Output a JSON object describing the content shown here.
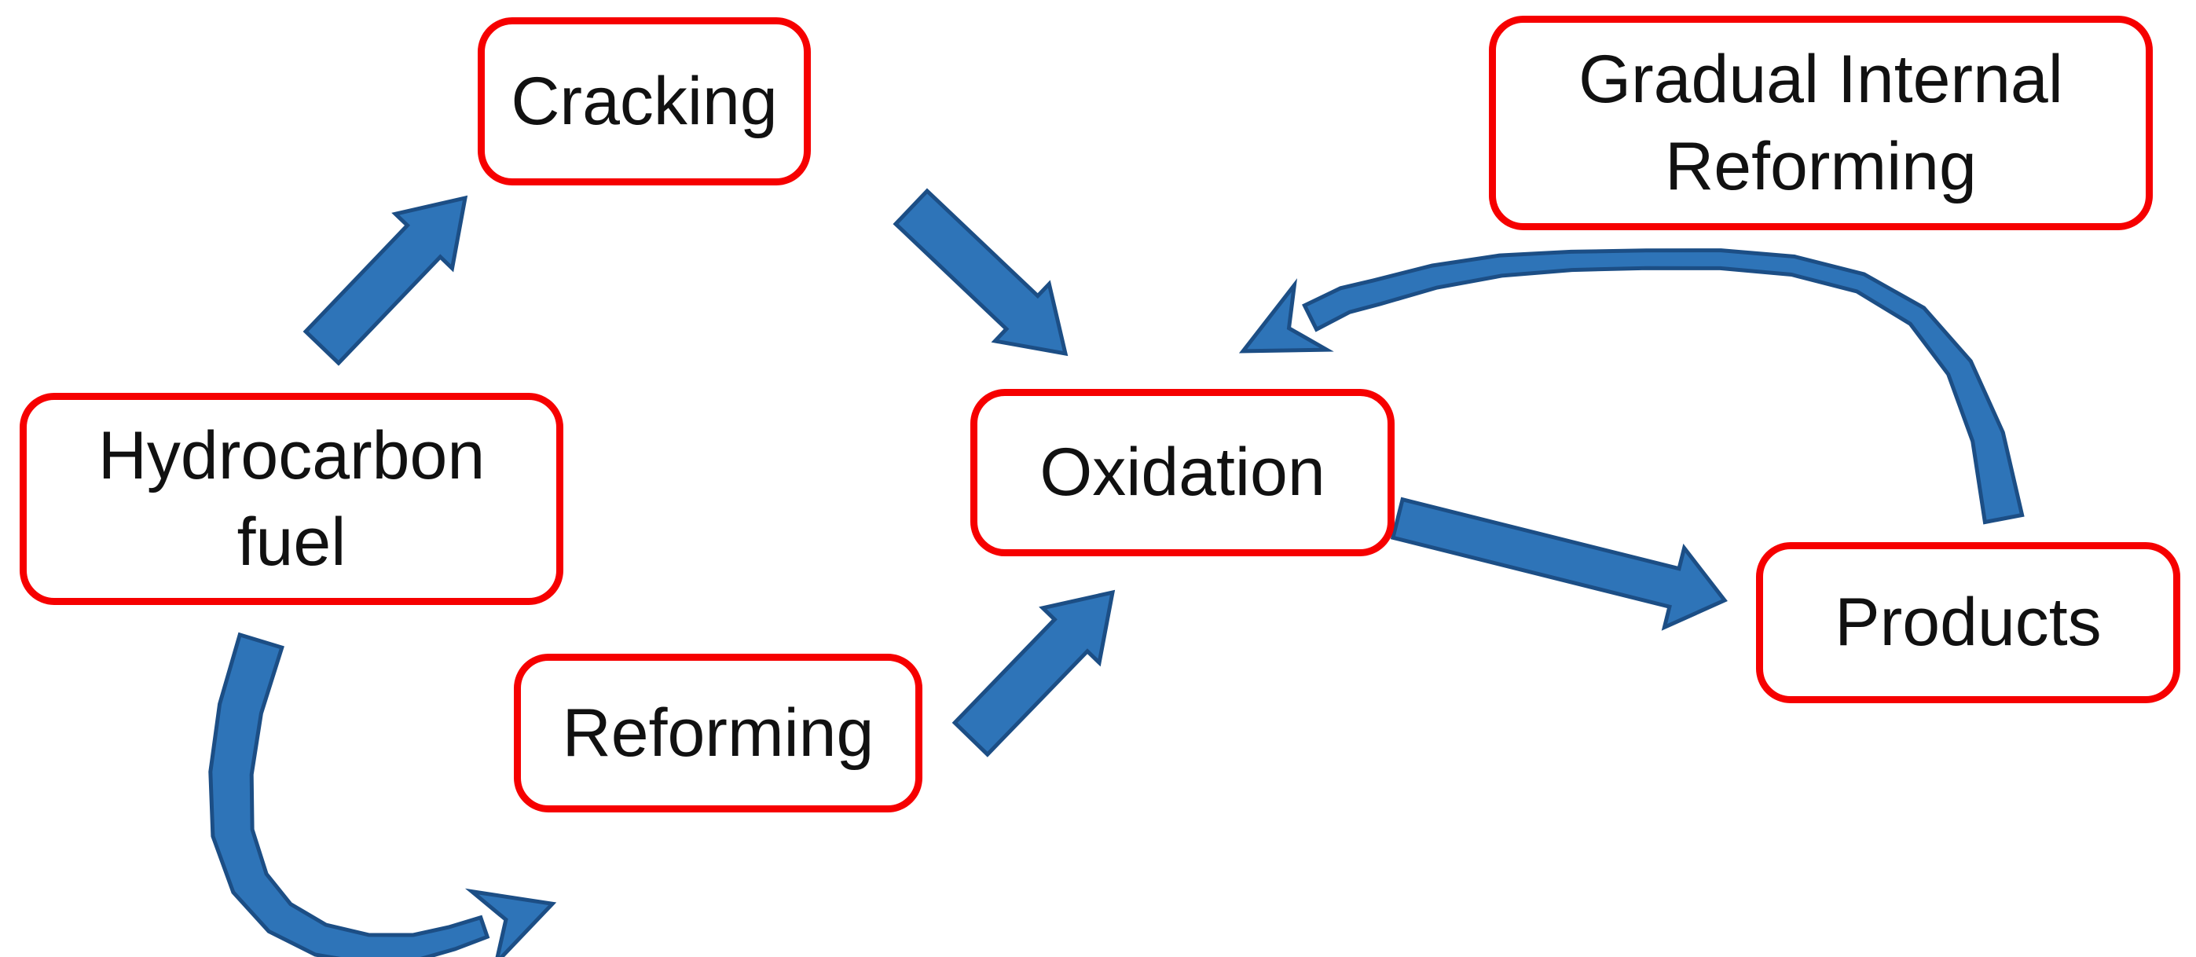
{
  "diagram": {
    "description": "Fuel conversion process flow diagram",
    "nodes": [
      {
        "id": "cracking",
        "label": "Cracking"
      },
      {
        "id": "hydrocarbon-fuel",
        "label": "Hydrocarbon fuel"
      },
      {
        "id": "reforming",
        "label": "Reforming"
      },
      {
        "id": "oxidation",
        "label": "Oxidation"
      },
      {
        "id": "products",
        "label": "Products"
      },
      {
        "id": "gradual-internal-reforming",
        "label": "Gradual Internal Reforming"
      }
    ],
    "connections": [
      {
        "from": "Hydrocarbon fuel",
        "to": "Cracking",
        "type": "straight-arrow"
      },
      {
        "from": "Cracking",
        "to": "Oxidation",
        "type": "straight-arrow"
      },
      {
        "from": "Hydrocarbon fuel",
        "to": "Reforming",
        "type": "curved-arrow"
      },
      {
        "from": "Reforming",
        "to": "Oxidation",
        "type": "straight-arrow"
      },
      {
        "from": "Oxidation",
        "to": "Products",
        "type": "straight-arrow"
      },
      {
        "from": "Products",
        "to": "Oxidation",
        "type": "curved-arrow",
        "label_ref": "Gradual Internal Reforming"
      }
    ],
    "colors": {
      "background": "#ffffff",
      "box_border": "#f60000",
      "box_fill": "#ffffff",
      "text": "#111111",
      "arrow_fill": "#2e74b8",
      "arrow_outline": "#1c4e85"
    }
  }
}
